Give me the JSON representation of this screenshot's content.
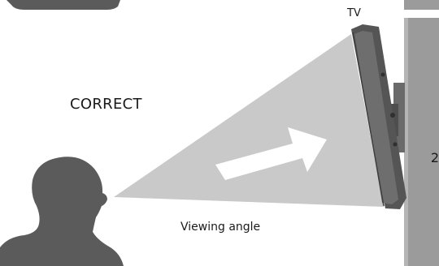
{
  "labels": {
    "correct": "CORRECT",
    "tv": "TV",
    "viewing_angle": "Viewing angle",
    "page_number_fragment": "2"
  },
  "colors": {
    "silhouette": "#5b5b5b",
    "viewing_cone": "#c9c9c9",
    "arrow": "#ffffff",
    "wall": "#9b9b9b",
    "wall_edge": "#cfcfcf",
    "tv_body": "#555555",
    "tv_screen": "#7a7a7a",
    "text": "#1a1a1a"
  },
  "icons": {
    "person": "person-head-silhouette-icon",
    "tv": "wall-mounted-tv-icon",
    "direction": "arrow-right-icon"
  }
}
